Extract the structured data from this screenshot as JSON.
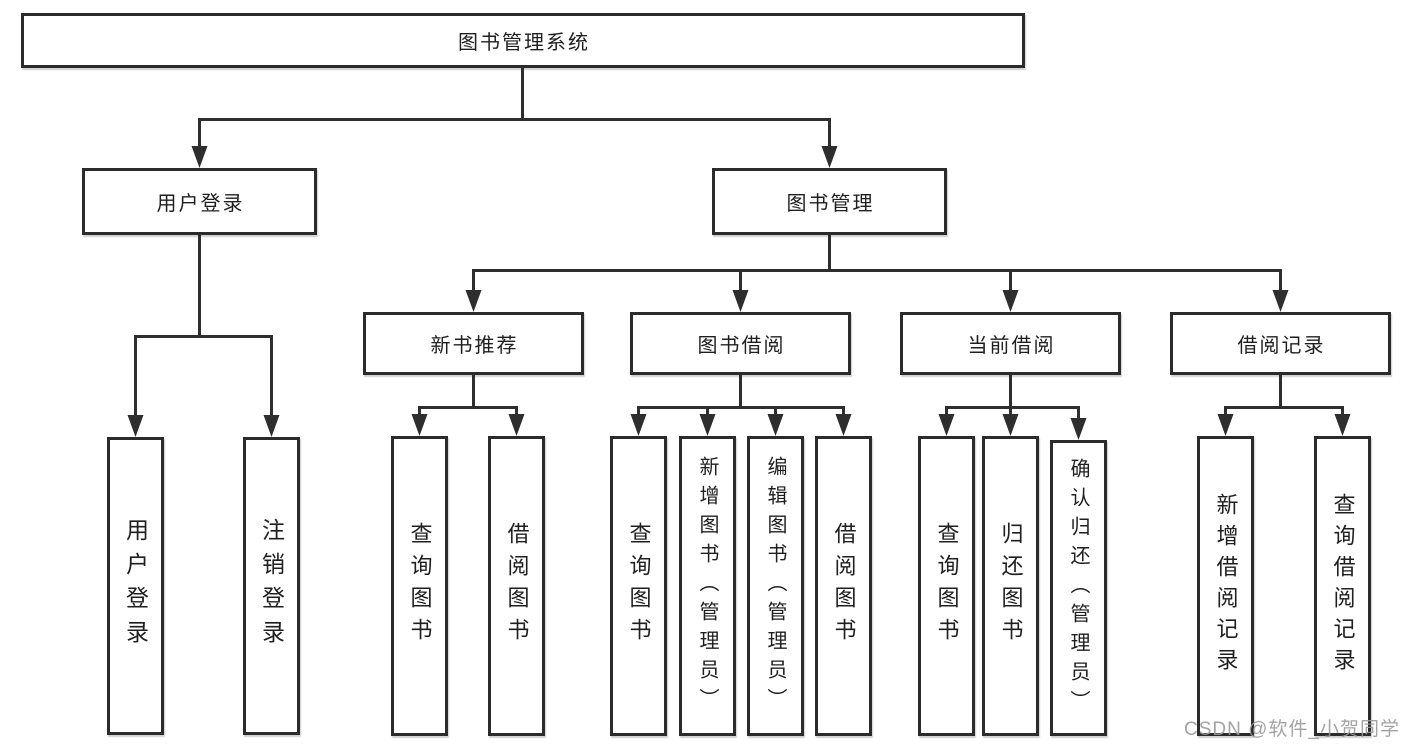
{
  "diagram_title": "图书管理系统",
  "colors": {
    "line": "#2e2e2e",
    "box_border": "#2b2b2b",
    "text": "#1f1f1f",
    "watermark": "#9a9a9a",
    "background": "#ffffff"
  },
  "watermark": {
    "text": "CSDN @软件_小贺同学"
  },
  "tree": {
    "root": {
      "label": "图书管理系统",
      "children": [
        {
          "label": "用户登录",
          "children": [
            {
              "label": "用户登录"
            },
            {
              "label": "注销登录"
            }
          ]
        },
        {
          "label": "图书管理",
          "children": [
            {
              "label": "新书推荐",
              "children": [
                {
                  "label": "查询图书"
                },
                {
                  "label": "借阅图书"
                }
              ]
            },
            {
              "label": "图书借阅",
              "children": [
                {
                  "label": "查询图书"
                },
                {
                  "label": "新增图书（管理员）"
                },
                {
                  "label": "编辑图书（管理员）"
                },
                {
                  "label": "借阅图书"
                }
              ]
            },
            {
              "label": "当前借阅",
              "children": [
                {
                  "label": "查询图书"
                },
                {
                  "label": "归还图书"
                },
                {
                  "label": "确认归还（管理员）"
                }
              ]
            },
            {
              "label": "借阅记录",
              "children": [
                {
                  "label": "新增借阅记录"
                },
                {
                  "label": "查询借阅记录"
                }
              ]
            }
          ]
        }
      ]
    }
  }
}
